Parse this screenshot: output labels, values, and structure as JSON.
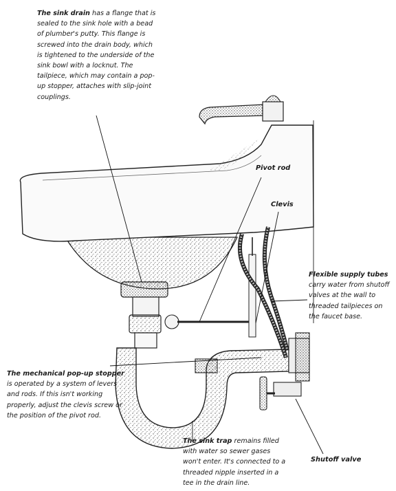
{
  "callouts": {
    "sink_drain": {
      "title": "The sink drain",
      "body": "has a flange that is sealed to the sink hole with a bead of plumber's putty. This flange is screwed into the drain body, which is tightened to the underside of the sink bowl with a locknut. The tailpiece, which may contain a pop-up stopper, attaches with slip-joint couplings."
    },
    "pivot_rod": {
      "label": "Pivot rod"
    },
    "clevis": {
      "label": "Clevis"
    },
    "supply_tubes": {
      "title": "Flexible supply tubes",
      "body": "carry water from shutoff valves at the wall to threaded tailpieces on the faucet base."
    },
    "popup_stopper": {
      "title": "The mechanical pop-up stopper",
      "body": "is operated by a system of levers and rods. If this isn't working properly, adjust the clevis screw or the position of the pivot rod."
    },
    "sink_trap": {
      "title": "The sink trap",
      "body": "remains filled with water so sewer gases won't enter. It's connected to a threaded nipple inserted in a tee in the drain line."
    },
    "shutoff_valve": {
      "label": "Shutoff valve"
    }
  }
}
